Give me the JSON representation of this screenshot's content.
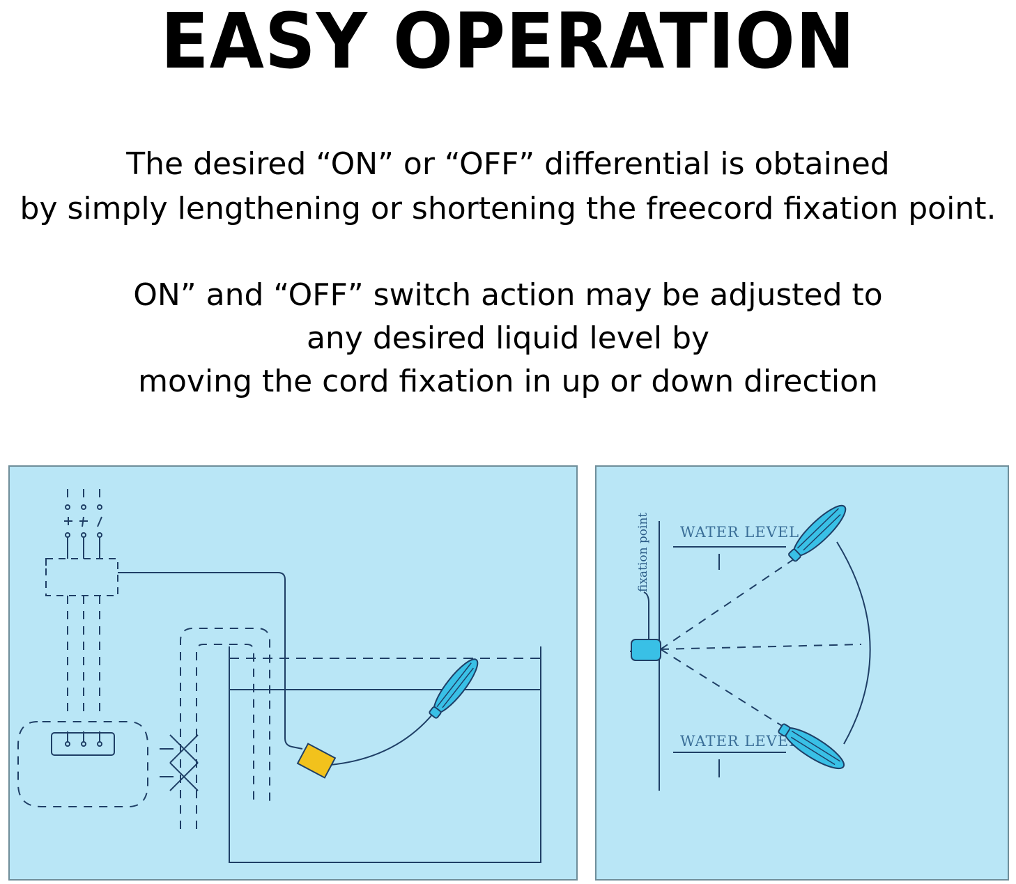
{
  "title": "EASY OPERATION",
  "paragraph1": [
    "The desired “ON” or “OFF” differential is obtained",
    "by simply lengthening or shortening  the freecord fixation point."
  ],
  "paragraph2": [
    "ON” and “OFF” switch action may be adjusted to",
    "any desired liquid level by",
    "moving the cord fixation in up or down direction"
  ],
  "diagram_right": {
    "fixation_label": "fixation point",
    "water_level_top": "WATER LEVEL",
    "water_level_bottom": "WATER LEVEL"
  },
  "colors": {
    "panel_bg": "#b9e6f6",
    "line": "#1f3f66",
    "float": "#39c0e6",
    "switch_box": "#f2c21c"
  }
}
